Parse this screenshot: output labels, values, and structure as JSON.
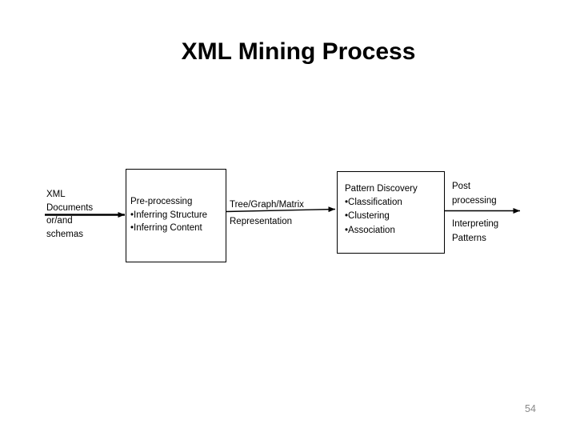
{
  "slide": {
    "title": "XML Mining Process",
    "page_number": "54"
  },
  "colors": {
    "background": "#ffffff",
    "title_text": "#000000",
    "body_text": "#000000",
    "box_border": "#000000",
    "arrow": "#000000",
    "page_number": "#898989"
  },
  "diagram": {
    "input": {
      "lines": [
        "XML",
        "Documents",
        "or/and",
        "schemas"
      ]
    },
    "preprocessing": {
      "title": "Pre-processing",
      "bullets": [
        "•Inferring Structure",
        "•Inferring Content"
      ]
    },
    "representation": {
      "lines": [
        "Tree/Graph/Matrix",
        "Representation"
      ]
    },
    "pattern_discovery": {
      "title": "Pattern Discovery",
      "bullets": [
        "•Classification",
        "•Clustering",
        "•Association"
      ]
    },
    "postprocessing": {
      "label_lines": [
        "Post",
        "processing"
      ],
      "result_lines": [
        "Interpreting",
        "Patterns"
      ]
    }
  }
}
